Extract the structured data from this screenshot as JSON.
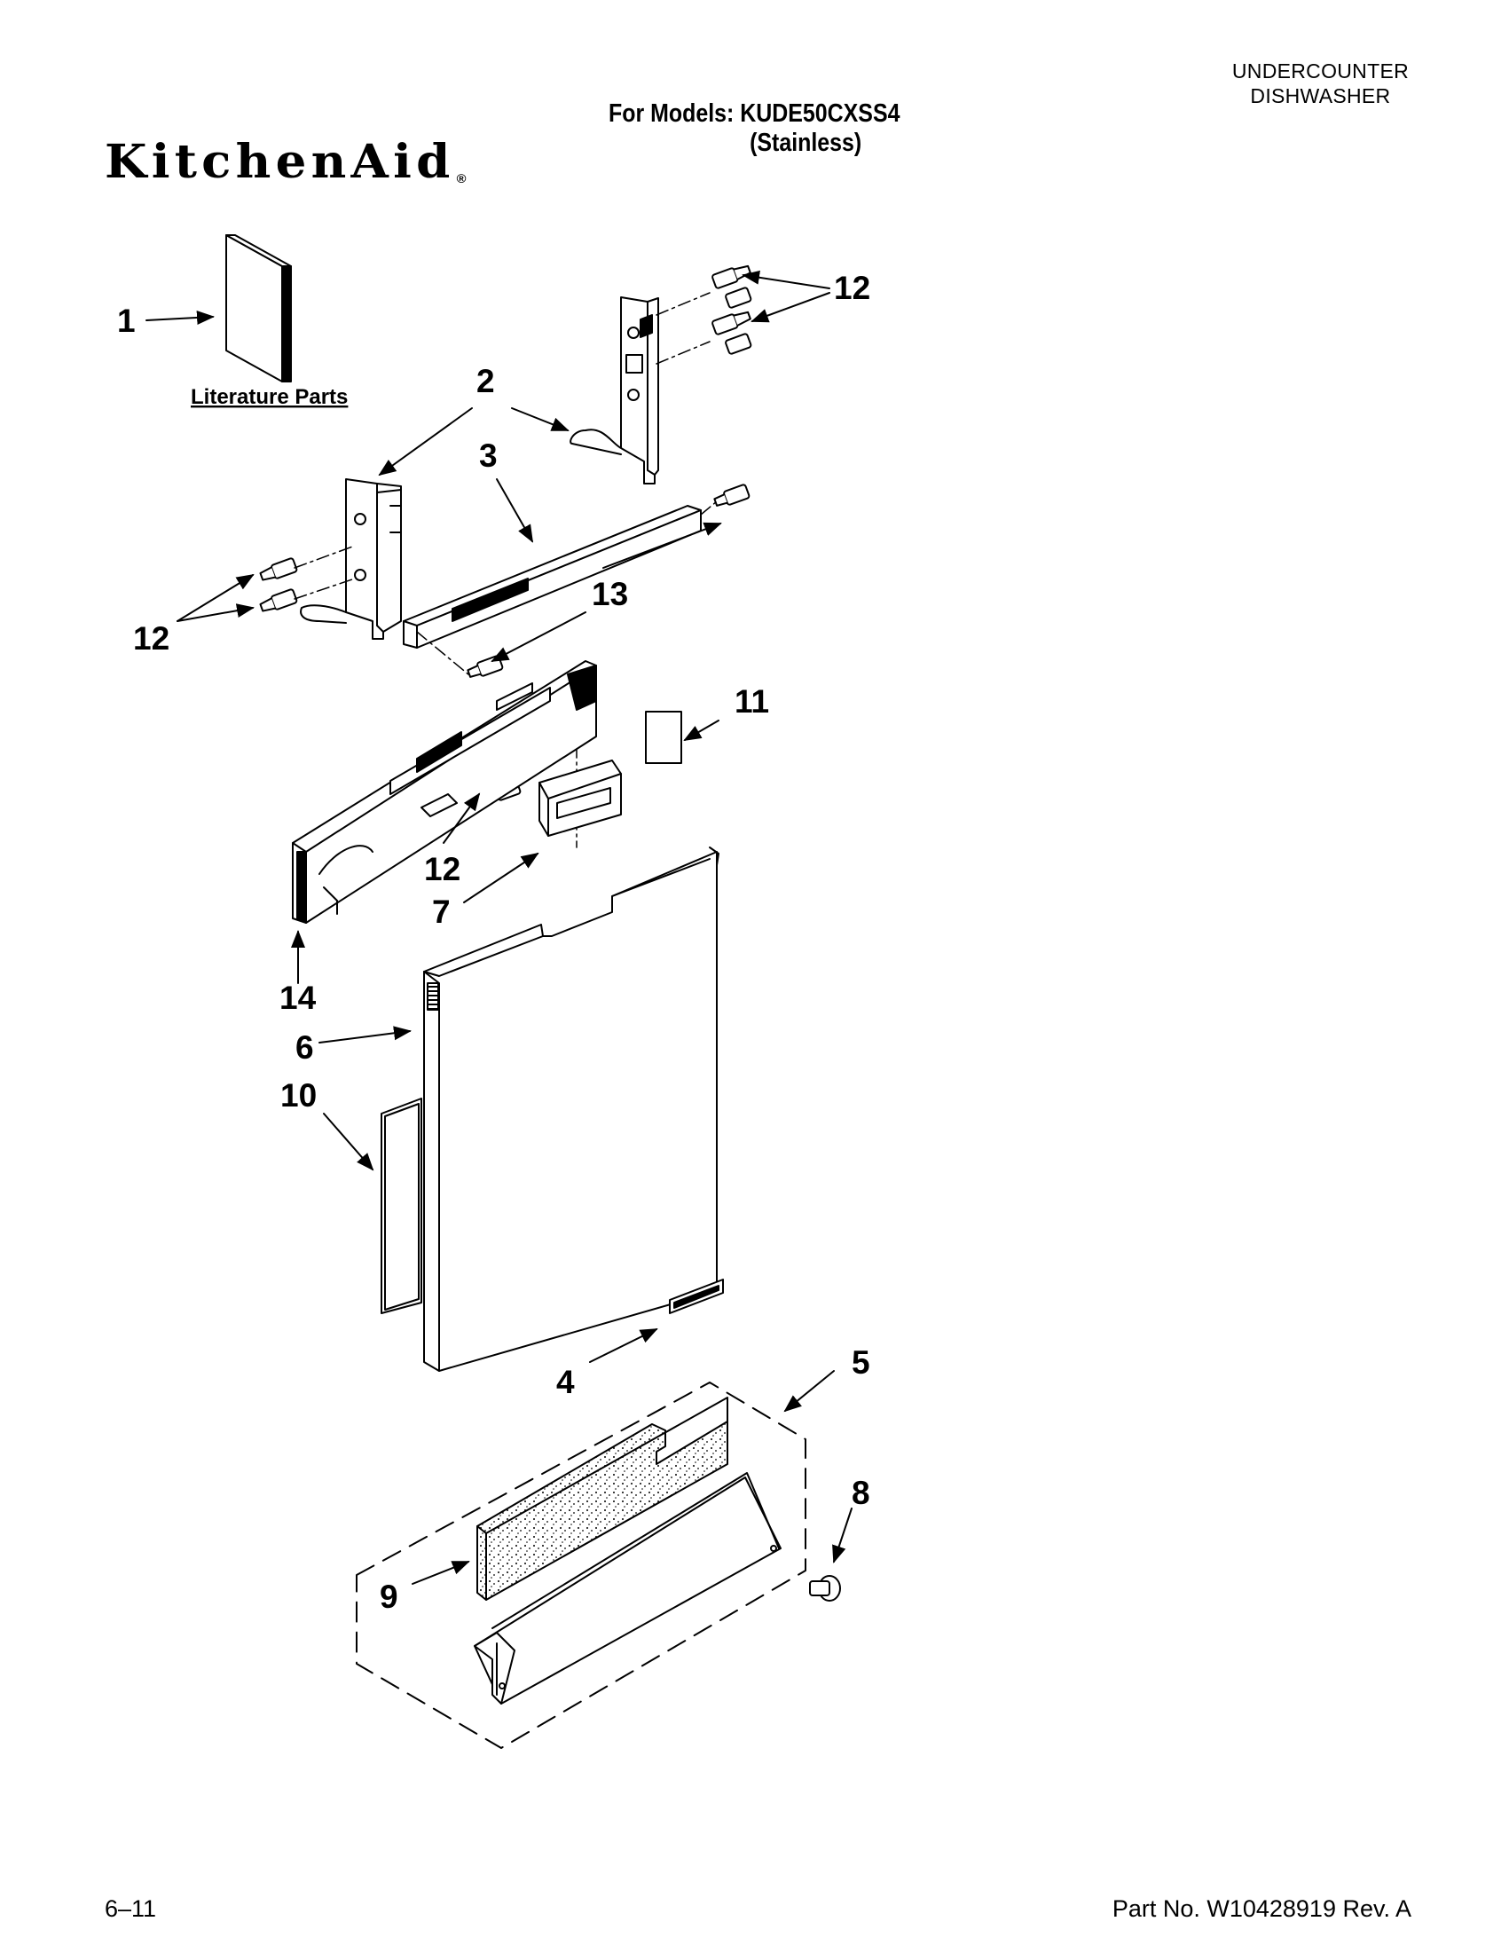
{
  "header": {
    "category_line1": "UNDERCOUNTER",
    "category_line2": "DISHWASHER",
    "models_line": "For Models: KUDE50CXSS4",
    "variant": "(Stainless)",
    "brand": "KitchenAid",
    "brand_mark": "®"
  },
  "diagram": {
    "literature_label": "Literature Parts",
    "callouts": {
      "c1": "1",
      "c2": "2",
      "c3": "3",
      "c4": "4",
      "c5": "5",
      "c6": "6",
      "c7": "7",
      "c8": "8",
      "c9": "9",
      "c10": "10",
      "c11": "11",
      "c12a": "12",
      "c12b": "12",
      "c12c": "12",
      "c13": "13",
      "c14": "14"
    }
  },
  "footer": {
    "page": "6–11",
    "part_no": "Part No. W10428919 Rev. A"
  }
}
